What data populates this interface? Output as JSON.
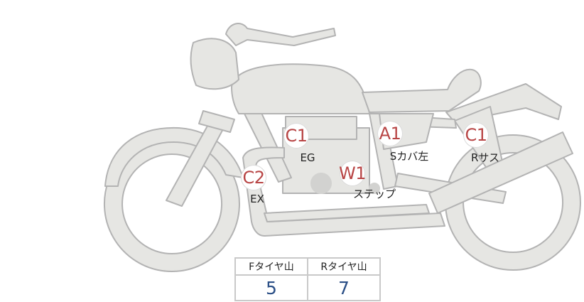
{
  "markers": [
    {
      "code": "C1",
      "label": "EG"
    },
    {
      "code": "A1",
      "label": "Sカバ左"
    },
    {
      "code": "C1",
      "label": "Rサス"
    },
    {
      "code": "C2",
      "label": "EX"
    },
    {
      "code": "W1",
      "label": "ステップ"
    }
  ],
  "tread_table": {
    "headers": [
      "Fタイヤ山",
      "Rタイヤ山"
    ],
    "values": [
      "5",
      "7"
    ]
  },
  "colors": {
    "marker_code": "#b84545",
    "bike_fill": "#e6e6e3",
    "bike_stroke": "#b5b5b5",
    "value": "#2b4f86"
  }
}
